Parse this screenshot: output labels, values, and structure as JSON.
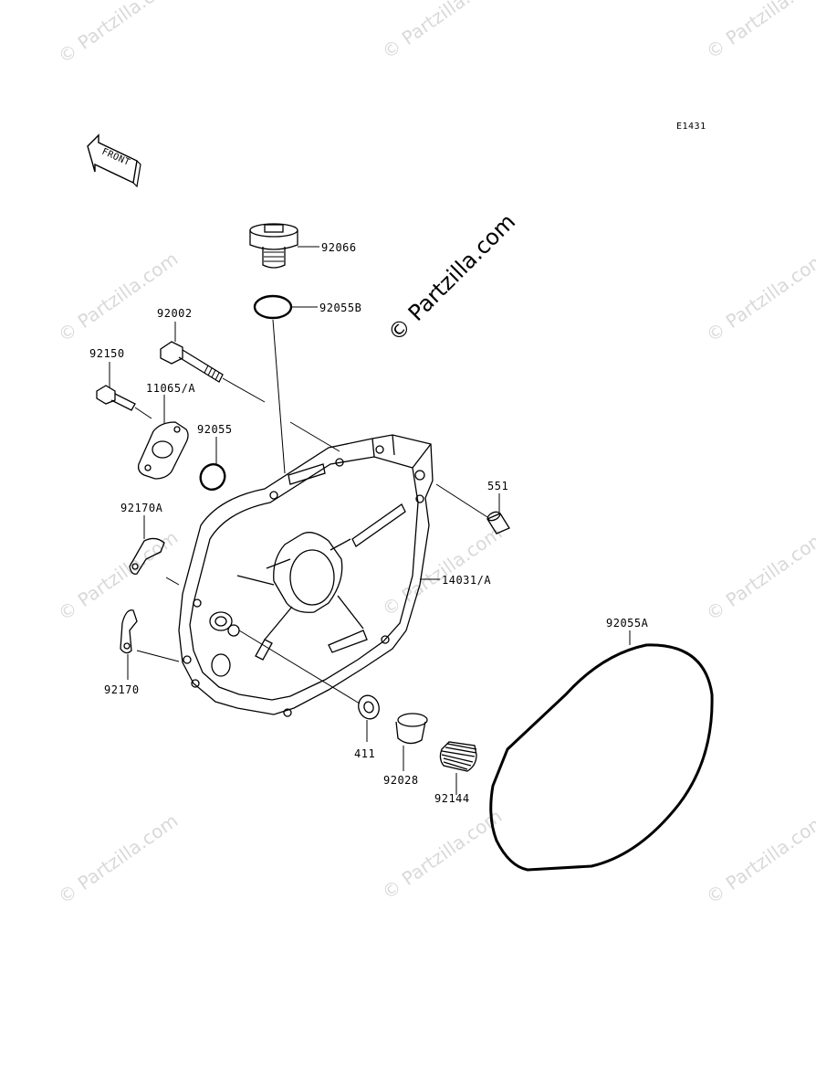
{
  "diagram_code": "E1431",
  "front_label": "FRONT",
  "watermark": "© Partzilla.com",
  "watermark_main": "© Partzilla.com",
  "parts": {
    "p92066": "92066",
    "p92055B": "92055B",
    "p92002": "92002",
    "p92150": "92150",
    "p11065A": "11065/A",
    "p92055": "92055",
    "p551": "551",
    "p92170A": "92170A",
    "p14031A": "14031/A",
    "p92170": "92170",
    "p92055A": "92055A",
    "p411": "411",
    "p92028": "92028",
    "p92144": "92144"
  }
}
